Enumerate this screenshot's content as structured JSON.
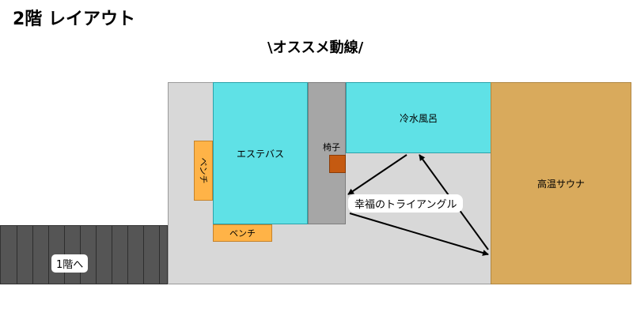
{
  "header": {
    "title": "2階 レイアウト",
    "subtitle": "\\オススメ動線/"
  },
  "rooms": {
    "esthe_bath": "エステバス",
    "cold_bath": "冷水風呂",
    "hot_sauna": "高温サウナ",
    "chair": "椅子",
    "bench_vertical": "ベンチ",
    "bench_horizontal": "ベンチ",
    "stairs": "1階へ"
  },
  "route": {
    "label": "幸福のトライアングル"
  },
  "colors": {
    "cold_bath": "#5fe1e6",
    "esthe_bath": "#5fe1e6",
    "hot_sauna": "#d9aa5c",
    "bench": "#ffb347",
    "chair": "#c55a11",
    "floor": "#d8d8d8",
    "stairs": "#555555"
  }
}
